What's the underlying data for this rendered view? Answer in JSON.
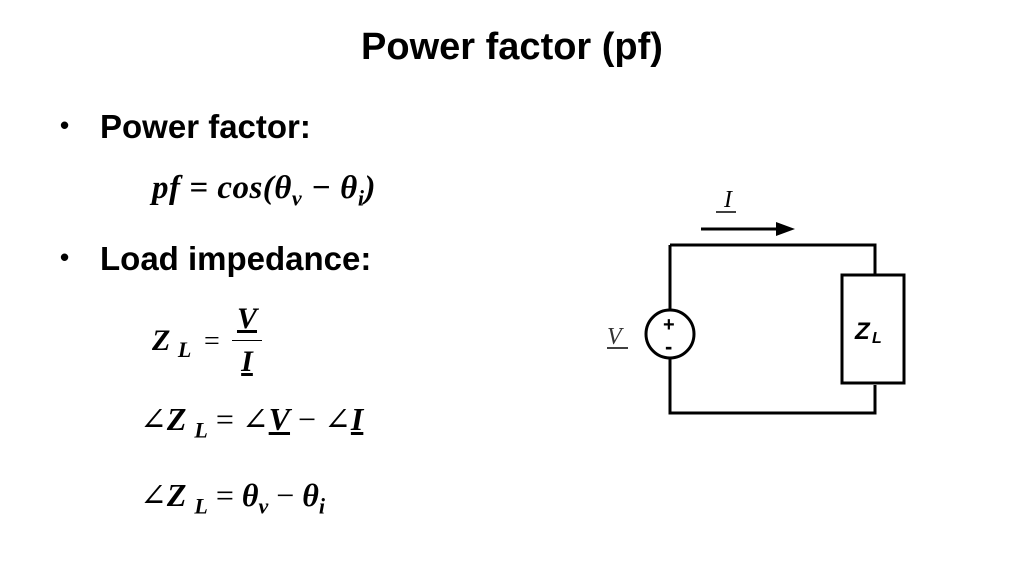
{
  "slide": {
    "title": "Power factor (pf)",
    "bullets": [
      {
        "marker": "•",
        "text": "Power factor:"
      },
      {
        "marker": "•",
        "text": "Load impedance:"
      }
    ]
  },
  "equations": {
    "pf": {
      "lhs": "pf",
      "eq": "=",
      "func": "cos(θ",
      "sub_v": "v",
      "minus": " − θ",
      "sub_i": "i",
      "close": ")"
    },
    "zl_ratio": {
      "lhs": "Z",
      "lhs_sub": "L",
      "eq": "=",
      "numerator": "V",
      "denominator": "I"
    },
    "zl_angle": {
      "angle": "∠",
      "z": "Z",
      "z_sub": "L",
      "eq": " = ",
      "v": "V",
      "minus": " − ",
      "i": "I"
    },
    "zl_theta": {
      "angle": "∠",
      "z": "Z",
      "z_sub": "L",
      "eq": " = ",
      "theta_v": "θ",
      "sub_v": "v",
      "minus": " − ",
      "theta_i": "θ",
      "sub_i": "i"
    }
  },
  "circuit": {
    "current_label": "I",
    "voltage_label": "V",
    "source_plus": "+",
    "source_minus": "-",
    "load_label": "Z",
    "load_sub": "L"
  }
}
